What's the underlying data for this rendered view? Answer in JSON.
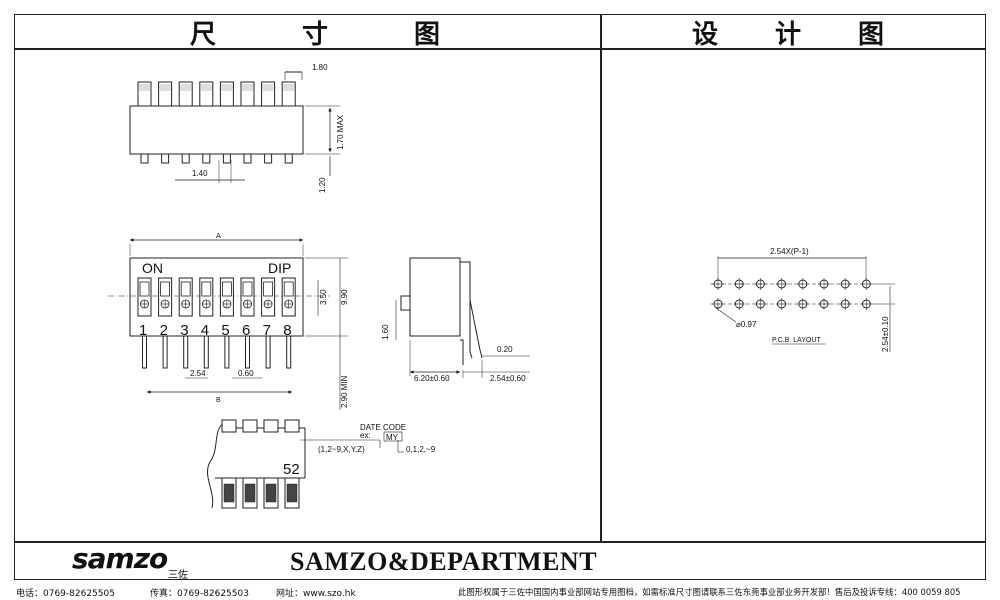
{
  "headers": {
    "left": [
      "尺",
      "寸",
      "图"
    ],
    "right": [
      "设",
      "计",
      "图"
    ]
  },
  "dims": {
    "top_pitch": "1.80",
    "top_height": "1.70 MAX",
    "top_pin_w": "1.40",
    "top_pin_len": "1.20",
    "width_a": "A",
    "label_on": "ON",
    "label_dip": "DIP",
    "pin_numbers": [
      "1",
      "2",
      "3",
      "4",
      "5",
      "6",
      "7",
      "8"
    ],
    "h_350": "3.50",
    "h_990": "9.90",
    "pitch_254": "2.54",
    "pin_060": "0.60",
    "width_b": "B",
    "pin_min": "2.90 MIN",
    "side_160": "1.60",
    "side_020": "0.20",
    "side_620": "6.20±0.60",
    "side_254": "2.54±0.60",
    "date_code_title": "DATE  CODE",
    "date_code_ex": "ex:",
    "date_code_box": "MY",
    "date_code_left": "(1,2~9,X,Y,Z)",
    "date_code_right": "0,1,2,~9",
    "part_mark": "52",
    "pcb_pitch": "2.54X(P-1)",
    "pcb_hole": "⌀0.97",
    "pcb_layout": "P.C.B.  LAYOUT",
    "pcb_row": "2.54±0.10"
  },
  "brand": {
    "logo_text": "samzo",
    "logo_sub": "三佐",
    "company": "SAMZO&DEPARTMENT"
  },
  "footer": {
    "phone": "电话：0769-82625505",
    "fax": "传真：0769-82625503",
    "web": "网址：www.szo.hk",
    "notice": "此图形权属于三佐中国国内事业部网站专用图档，如需标准尺寸图请联系三佐东莞事业部业务开发部！售后及投诉专线：400 0059 805"
  },
  "colors": {
    "logo_blue": "#1f3f8f",
    "line": "#222222"
  }
}
